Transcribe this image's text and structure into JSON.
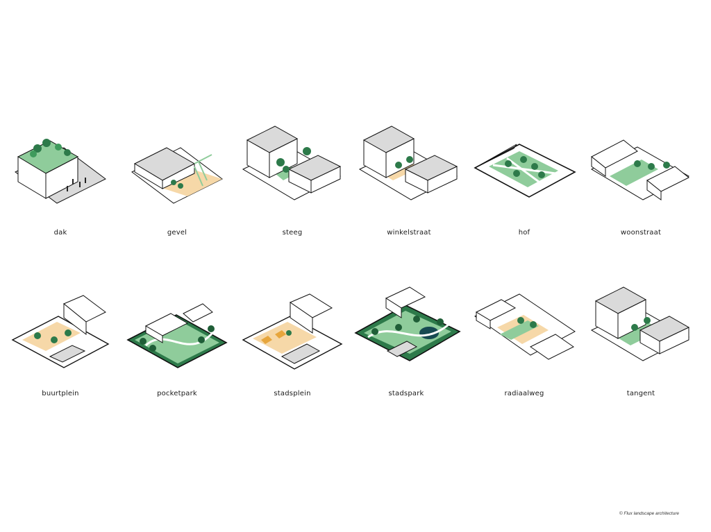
{
  "palette": {
    "green": "#8fcc9b",
    "dark_green": "#2d7a4a",
    "sand": "#f6d8a8",
    "gray": "#dadada",
    "water": "#174a52",
    "outline": "#111111"
  },
  "typologies": [
    {
      "label": "dak"
    },
    {
      "label": "gevel"
    },
    {
      "label": "steeg"
    },
    {
      "label": "winkelstraat"
    },
    {
      "label": "hof"
    },
    {
      "label": "woonstraat"
    },
    {
      "label": "buurtplein"
    },
    {
      "label": "pocketpark"
    },
    {
      "label": "stadsplein"
    },
    {
      "label": "stadspark"
    },
    {
      "label": "radiaalweg"
    },
    {
      "label": "tangent"
    }
  ],
  "credit": "© Flux landscape architecture"
}
